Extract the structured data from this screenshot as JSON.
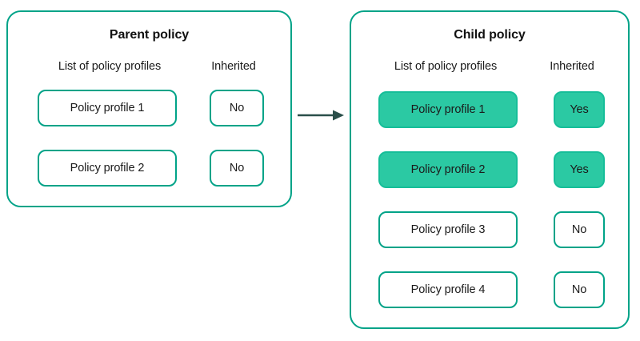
{
  "colors": {
    "accent_border": "#00A388",
    "accent_fill": "#2BC9A3",
    "arrow": "#2A4F4A",
    "text": "#1b1b1b",
    "background": "#ffffff"
  },
  "arrow": {
    "name": "inheritance-arrow",
    "direction": "right",
    "from": "Parent policy",
    "to": "Child policy"
  },
  "parent": {
    "title": "Parent policy",
    "columns": {
      "profiles": "List of policy profiles",
      "inherited": "Inherited"
    },
    "rows": [
      {
        "profile": "Policy profile 1",
        "inherited": "No",
        "highlighted": false
      },
      {
        "profile": "Policy profile 2",
        "inherited": "No",
        "highlighted": false
      }
    ]
  },
  "child": {
    "title": "Child policy",
    "columns": {
      "profiles": "List of policy profiles",
      "inherited": "Inherited"
    },
    "rows": [
      {
        "profile": "Policy profile 1",
        "inherited": "Yes",
        "highlighted": true
      },
      {
        "profile": "Policy profile 2",
        "inherited": "Yes",
        "highlighted": true
      },
      {
        "profile": "Policy profile 3",
        "inherited": "No",
        "highlighted": false
      },
      {
        "profile": "Policy profile 4",
        "inherited": "No",
        "highlighted": false
      }
    ]
  }
}
